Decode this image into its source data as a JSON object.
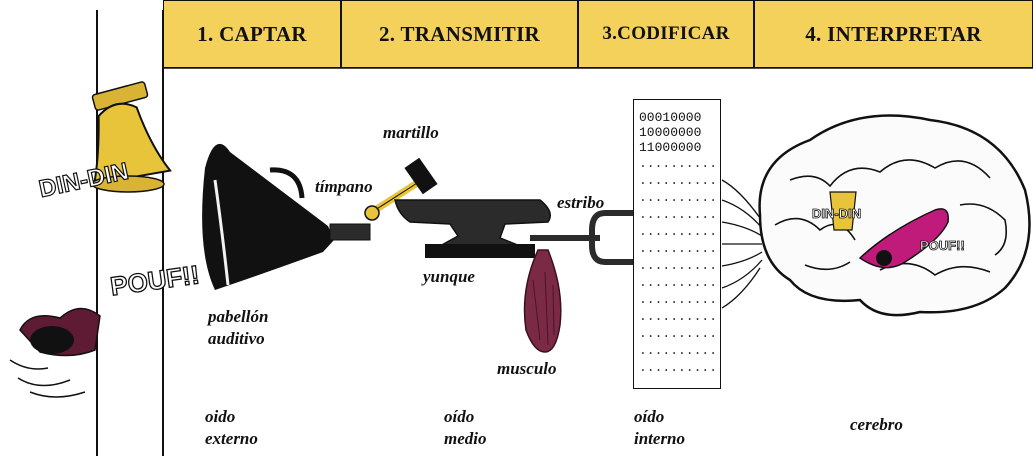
{
  "stages": [
    {
      "label": "1. CAPTAR"
    },
    {
      "label": "2. TRANSMITIR"
    },
    {
      "label": "3.CODIFICAR"
    },
    {
      "label": "4. INTERPRETAR"
    }
  ],
  "labels": {
    "martillo": "martillo",
    "timpano": "tímpano",
    "estribo": "estribo",
    "yunque": "yunque",
    "pabellon_line1": "pabellón",
    "pabellon_line2": "auditivo",
    "musculo": "musculo",
    "oido_externo_line1": "oido",
    "oido_externo_line2": "externo",
    "oido_medio_line1": "oído",
    "oido_medio_line2": "medio",
    "oido_interno_line1": "oído",
    "oido_interno_line2": "interno",
    "cerebro": "cerebro"
  },
  "binary_codes": [
    "00010000",
    "10000000",
    "11000000"
  ],
  "sound_words": {
    "bell": "DIN-DIN",
    "crash": "POUF!!"
  },
  "colors": {
    "stage_fill": "#f4d15a",
    "bell": "#e8c43a",
    "muscle": "#7a2a45",
    "brain_highlight": "#c01a7a",
    "metal": "#2b2b2b"
  }
}
